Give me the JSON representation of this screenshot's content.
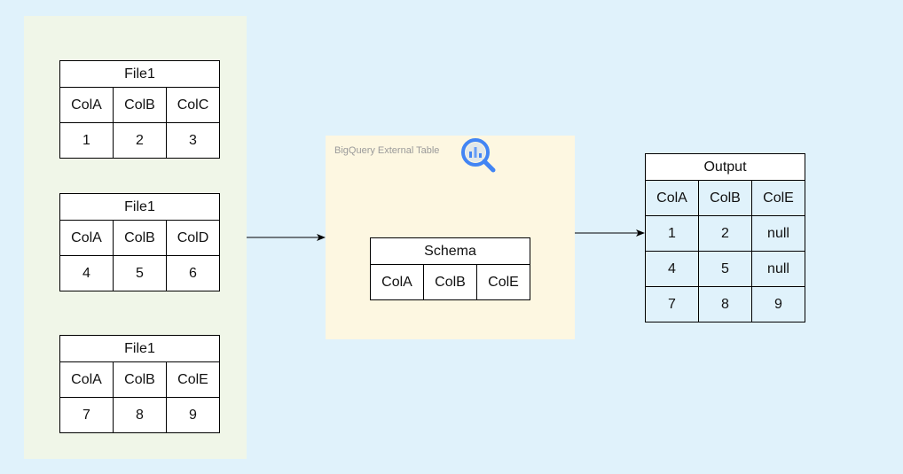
{
  "bigquery": {
    "label": "BigQuery External Table",
    "icon": "bigquery-icon"
  },
  "files": [
    {
      "title": "File1",
      "columns": [
        "ColA",
        "ColB",
        "ColC"
      ],
      "values": [
        "1",
        "2",
        "3"
      ]
    },
    {
      "title": "File1",
      "columns": [
        "ColA",
        "ColB",
        "ColD"
      ],
      "values": [
        "4",
        "5",
        "6"
      ]
    },
    {
      "title": "File1",
      "columns": [
        "ColA",
        "ColB",
        "ColE"
      ],
      "values": [
        "7",
        "8",
        "9"
      ]
    }
  ],
  "schema": {
    "title": "Schema",
    "columns": [
      "ColA",
      "ColB",
      "ColE"
    ]
  },
  "output": {
    "title": "Output",
    "columns": [
      "ColA",
      "ColB",
      "ColE"
    ],
    "rows": [
      [
        "1",
        "2",
        "null"
      ],
      [
        "4",
        "5",
        "null"
      ],
      [
        "7",
        "8",
        "9"
      ]
    ]
  },
  "colors": {
    "background": "#e0f2fb",
    "files_panel": "#f0f6e8",
    "bigquery_panel": "#fdf7e1",
    "bigquery_blue": "#4285f4"
  }
}
